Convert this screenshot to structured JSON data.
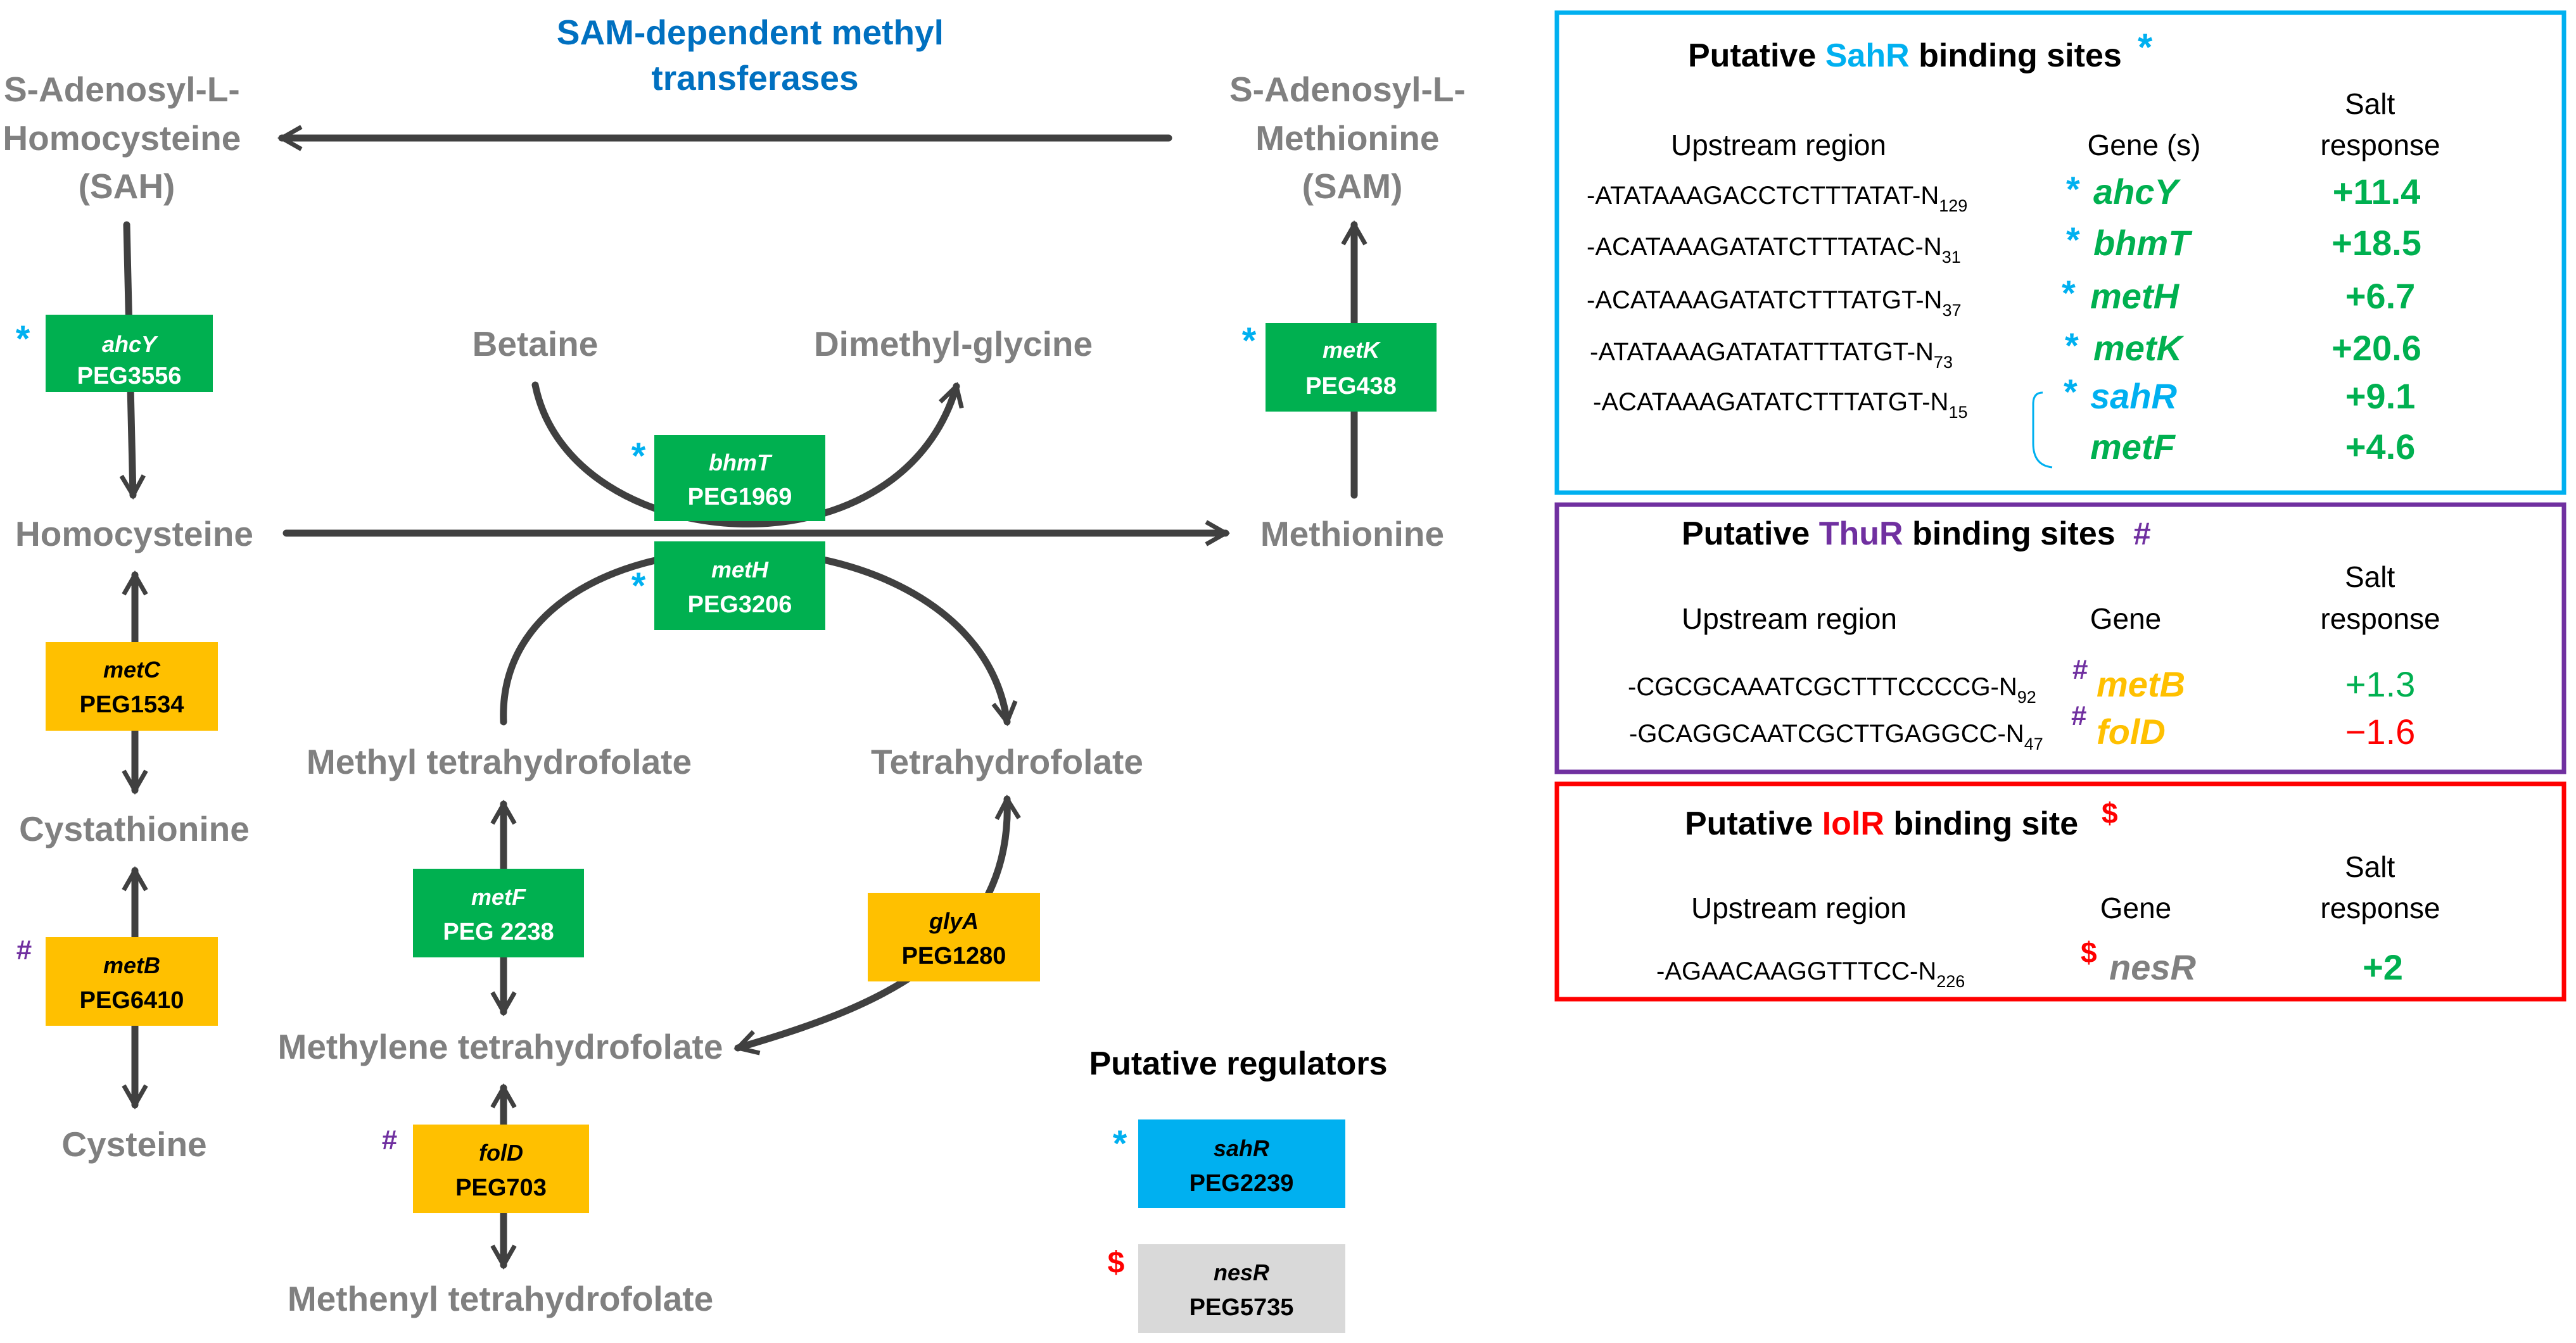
{
  "colors": {
    "metabolite_text": "#808080",
    "arrow": "#404040",
    "gene_green": "#00B050",
    "gene_yellow": "#FFC000",
    "gene_blue": "#00B0F0",
    "gene_gray": "#D9D9D9",
    "sahr_color": "#00B0F0",
    "thur_color": "#7030A0",
    "iolr_color": "#FF0000",
    "response_green": "#00B050",
    "response_red": "#FF0000",
    "title_blue": "#0070C0"
  },
  "pathway": {
    "methyltransferase_label": [
      "SAM-dependent methyl",
      "transferases"
    ],
    "sah": [
      "S-Adenosyl-L-",
      "Homocysteine",
      "(SAH)"
    ],
    "sam": [
      "S-Adenosyl-L-",
      "Methionine",
      "(SAM)"
    ],
    "homocysteine": "Homocysteine",
    "methionine": "Methionine",
    "cystathionine": "Cystathionine",
    "cysteine": "Cysteine",
    "betaine": "Betaine",
    "dimethylglycine": "Dimethyl-glycine",
    "methyl_thf": "Methyl tetrahydrofolate",
    "thf": "Tetrahydrofolate",
    "methylene_thf": "Methylene tetrahydrofolate",
    "methenyl_thf": "Methenyl tetrahydrofolate"
  },
  "genes": {
    "ahcY": {
      "name": "ahcY",
      "peg": "PEG3556",
      "mark": "*"
    },
    "metK": {
      "name": "metK",
      "peg": "PEG438",
      "mark": "*"
    },
    "bhmT": {
      "name": "bhmT",
      "peg": "PEG1969",
      "mark": "*"
    },
    "metH": {
      "name": "metH",
      "peg": "PEG3206",
      "mark": "*"
    },
    "metC": {
      "name": "metC",
      "peg": "PEG1534"
    },
    "metB": {
      "name": "metB",
      "peg": "PEG6410",
      "mark": "#"
    },
    "metF": {
      "name": "metF",
      "peg": "PEG 2238"
    },
    "glyA": {
      "name": "glyA",
      "peg": "PEG1280"
    },
    "folD": {
      "name": "folD",
      "peg": "PEG703",
      "mark": "#"
    }
  },
  "regulators": {
    "title": "Putative regulators",
    "sahR": {
      "name": "sahR",
      "peg": "PEG2239",
      "mark": "*"
    },
    "nesR": {
      "name": "nesR",
      "peg": "PEG5735",
      "mark": "$"
    }
  },
  "sahr_panel": {
    "title_prefix": "Putative ",
    "regulator": "SahR",
    "title_suffix": " binding sites",
    "mark": "*",
    "col_upstream": "Upstream region",
    "col_gene": "Gene (s)",
    "col_salt": [
      "Salt",
      "response"
    ],
    "rows": [
      {
        "sequence": "-ATATAAAGACCTCTTTATAT-N",
        "sub": "129",
        "gene": "ahcY",
        "response": "+11.4"
      },
      {
        "sequence": "-ACATAAAGATATCTTTATAC-N",
        "sub": "31",
        "gene": "bhmT",
        "response": "+18.5"
      },
      {
        "sequence": "-ACATAAAGATATCTTTATGT-N",
        "sub": "37",
        "gene": "metH",
        "response": "+6.7"
      },
      {
        "sequence": "-ATATAAAGATATATTTATGT-N",
        "sub": "73",
        "gene": "metK",
        "response": "+20.6"
      },
      {
        "sequence": "-ACATAAAGATATCTTTATGT-N",
        "sub": "15",
        "gene": "sahR",
        "response": "+9.1"
      },
      {
        "gene": "metF",
        "response": "+4.6"
      }
    ]
  },
  "thur_panel": {
    "title_prefix": "Putative ",
    "regulator": "ThuR",
    "title_suffix": " binding sites",
    "mark": "#",
    "col_upstream": "Upstream region",
    "col_gene": "Gene",
    "col_salt": [
      "Salt",
      "response"
    ],
    "rows": [
      {
        "sequence": "-CGCGCAAATCGCTTTCCCCG-N",
        "sub": "92",
        "gene": "metB",
        "response": "+1.3"
      },
      {
        "sequence": "-GCAGGCAATCGCTTGAGGCC-N",
        "sub": "47",
        "gene": "folD",
        "response": "−1.6"
      }
    ]
  },
  "iolr_panel": {
    "title_prefix": "Putative ",
    "regulator": "IolR",
    "title_suffix": " binding site",
    "mark": "$",
    "col_upstream": "Upstream region",
    "col_gene": "Gene",
    "col_salt": [
      "Salt",
      "response"
    ],
    "rows": [
      {
        "sequence": "-AGAACAAGGTTTCC-N",
        "sub": "226",
        "gene": "nesR",
        "response": "+2"
      }
    ]
  }
}
